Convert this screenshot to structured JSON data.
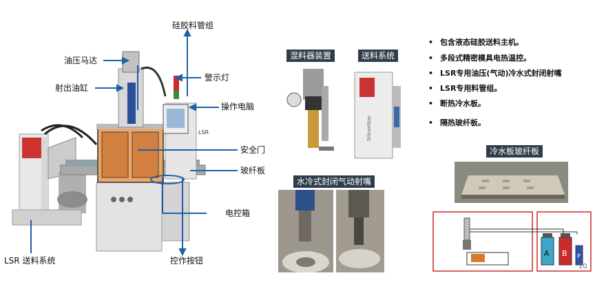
{
  "machine_labels": {
    "silicone_pipe": "硅胶料管组",
    "oil_motor": "油压马达",
    "warning_light": "警示灯",
    "injection_cylinder": "射出油缸",
    "operation_pc": "操作电脑",
    "safety_door": "安全门",
    "fiberglass_board": "玻纤板",
    "control_box": "电控箱",
    "lsr_feeding": "LSR 送料系统",
    "control_button": "控作按钮"
  },
  "section_tags": {
    "mixer": "混料器装置",
    "feeding": "送料系统",
    "nozzle": "水冷式封闭气动射嘴",
    "cooling_plate": "冷水板玻纤板"
  },
  "features": [
    "包含液态硅胶送料主机。",
    "多段式精密模具电热温控。",
    "LSR专用油压(气动)冷水式封闭射嘴",
    "LSR专用料管组。",
    "断热冷水板。",
    "隔热玻纤板。"
  ],
  "diagram": {
    "a": "A",
    "b": "B",
    "p": "P"
  },
  "page_number": "10",
  "colors": {
    "arrow": "#1f5fa8",
    "tag_bg": "#2f3d4a",
    "diagram_line": "#cc2a2a"
  }
}
